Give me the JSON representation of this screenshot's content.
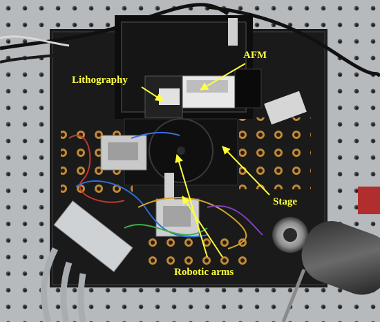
{
  "labels": {
    "afm": "AFM",
    "lithography": "Lithography",
    "stage": "Stage",
    "robotic_arms": "Robotic arms"
  },
  "colors": {
    "annotation": "#ffff3c",
    "board": "#1a1a1a",
    "table": "#b9bcbf"
  }
}
